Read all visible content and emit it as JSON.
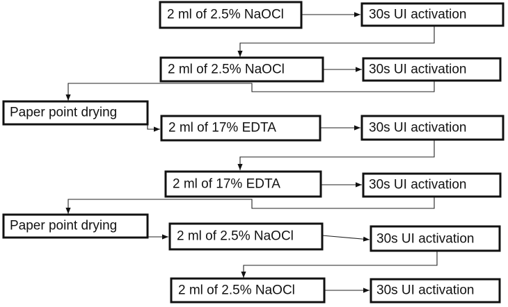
{
  "diagram": {
    "steps": [
      {
        "id": "r1a",
        "label": "2 ml of 2.5% NaOCl"
      },
      {
        "id": "r1b",
        "label": "30s UI activation"
      },
      {
        "id": "r2a",
        "label": "2 ml of 2.5% NaOCl"
      },
      {
        "id": "r2b",
        "label": "30s UI activation"
      },
      {
        "id": "d1",
        "label": "Paper point drying"
      },
      {
        "id": "r3a",
        "label": "2 ml of 17% EDTA"
      },
      {
        "id": "r3b",
        "label": "30s UI activation"
      },
      {
        "id": "r4a",
        "label": "2 ml of 17% EDTA"
      },
      {
        "id": "r4b",
        "label": "30s UI activation"
      },
      {
        "id": "d2",
        "label": "Paper point drying"
      },
      {
        "id": "r5a",
        "label": "2 ml of 2.5% NaOCl"
      },
      {
        "id": "r5b",
        "label": "30s UI activation"
      },
      {
        "id": "r6a",
        "label": "2 ml of 2.5% NaOCl"
      },
      {
        "id": "r6b",
        "label": "30s UI activation"
      }
    ]
  }
}
